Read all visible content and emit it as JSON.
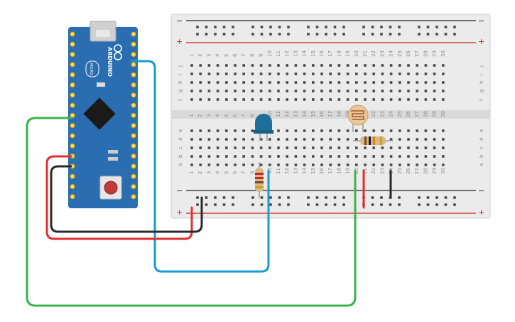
{
  "breadboard": {
    "columns": [
      "1",
      "2",
      "3",
      "4",
      "5",
      "6",
      "7",
      "8",
      "9",
      "10",
      "11",
      "12",
      "13",
      "14",
      "15",
      "16",
      "17",
      "18",
      "19",
      "20",
      "21",
      "22",
      "23",
      "24",
      "25",
      "26",
      "27",
      "28",
      "29",
      "30"
    ],
    "top_rows": [
      "j",
      "i",
      "h",
      "g",
      "f"
    ],
    "bottom_rows": [
      "e",
      "d",
      "c",
      "b",
      "a"
    ],
    "rail_plus": "+",
    "rail_minus": "−",
    "colors": {
      "board": "#ebebeb",
      "groove": "#d6d6d6",
      "rail_red": "#cc2222",
      "rail_black": "#222222"
    }
  },
  "arduino": {
    "brand": "ARDUINO",
    "model": "MICRO",
    "colors": {
      "pcb": "#2a6db0",
      "chip": "#1a1a1a",
      "usb": "#cfcfcf",
      "pin": "#ffd95a"
    }
  },
  "components": {
    "led": {
      "color": "#1f6f9a",
      "icon": "blue-led"
    },
    "ldr": {
      "icon": "photoresistor"
    },
    "resistors": [
      "resistor-led",
      "resistor-ldr"
    ]
  },
  "wires": {
    "colors": {
      "blue": "#1a9ad6",
      "green": "#3ab54a",
      "red": "#e03030",
      "black": "#2a2a2a"
    }
  }
}
